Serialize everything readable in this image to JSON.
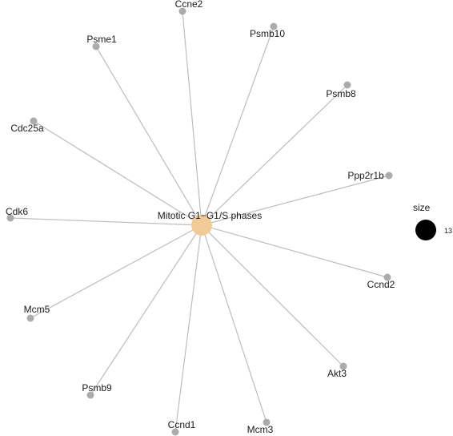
{
  "network": {
    "center": {
      "label": "Mitotic G1−G1/S phases",
      "color": "#f1cb98",
      "size": 13
    },
    "leaves": [
      {
        "label": "Ccne2",
        "color": "#ababab"
      },
      {
        "label": "Psmb10",
        "color": "#ababab"
      },
      {
        "label": "Psme1",
        "color": "#ababab"
      },
      {
        "label": "Psmb8",
        "color": "#ababab"
      },
      {
        "label": "Cdc25a",
        "color": "#ababab"
      },
      {
        "label": "Ppp2r1b",
        "color": "#ababab"
      },
      {
        "label": "Cdk6",
        "color": "#ababab"
      },
      {
        "label": "Ccnd2",
        "color": "#ababab"
      },
      {
        "label": "Mcm5",
        "color": "#ababab"
      },
      {
        "label": "Akt3",
        "color": "#ababab"
      },
      {
        "label": "Psmb9",
        "color": "#ababab"
      },
      {
        "label": "Ccnd1",
        "color": "#ababab"
      },
      {
        "label": "Mcm3",
        "color": "#ababab"
      }
    ],
    "edge_color": "#bdbdbd"
  },
  "legend": {
    "title": "size",
    "value": "13",
    "swatch_color": "#000000"
  }
}
